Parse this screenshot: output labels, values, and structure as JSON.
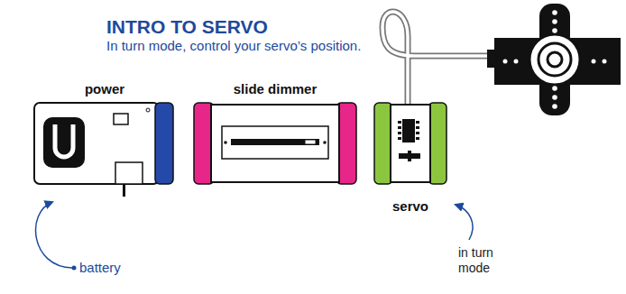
{
  "diagram": {
    "title": "INTRO TO SERVO",
    "nodes": [
      {
        "text": [
          "power"
        ]
      },
      {
        "text": [
          "slide dimmer"
        ]
      },
      {
        "text": [
          "servo"
        ]
      }
    ],
    "labels": [
      "In turn mode, control your servo’s position.",
      "battery",
      "in turn mode"
    ]
  }
}
